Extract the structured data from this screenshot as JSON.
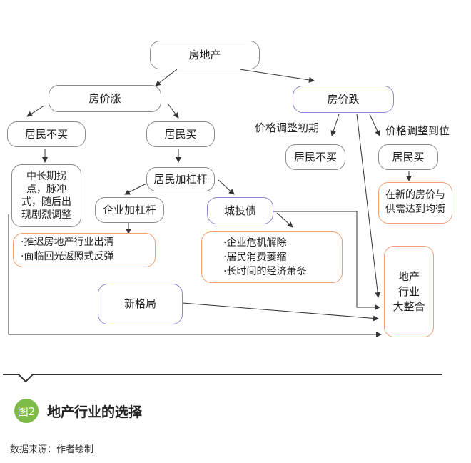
{
  "nodes": {
    "real_estate": "房地产",
    "price_up": "房价涨",
    "price_down": "房价跌",
    "res_no_buy_l": "居民不买",
    "res_buy_l": "居民买",
    "volatility": [
      "中长期拐",
      "点，脉冲",
      "式，随后出",
      "现剧烈调整"
    ],
    "res_leverage": "居民加杠杆",
    "ent_leverage": "企业加杠杆",
    "lgfv_debt": "城投债",
    "ent_list": [
      "·推迟房地产行业出清",
      "·面临回光返照式反弹"
    ],
    "lgfv_list": [
      "·企业危机解除",
      "·居民消费萎缩",
      "·长时间的经济萧条"
    ],
    "new_pattern": "新格局",
    "early_adjust": "价格调整初期",
    "adjust_done": "价格调整到位",
    "res_no_buy_r": "居民不买",
    "res_buy_r": "居民买",
    "equilibrium": [
      "在新的房价与",
      "供需达到均衡"
    ],
    "consolidation": [
      "地产",
      "行业",
      "大整合"
    ]
  },
  "figure": {
    "badge": "图2",
    "title": "地产行业的选择",
    "source": "数据来源：作者绘制"
  },
  "colors": {
    "gray_border": "#8c8c8c",
    "purple_border": "#8f88d0",
    "orange_border": "#f0a070",
    "badge_green": "#7dbb48",
    "line": "#333333"
  }
}
